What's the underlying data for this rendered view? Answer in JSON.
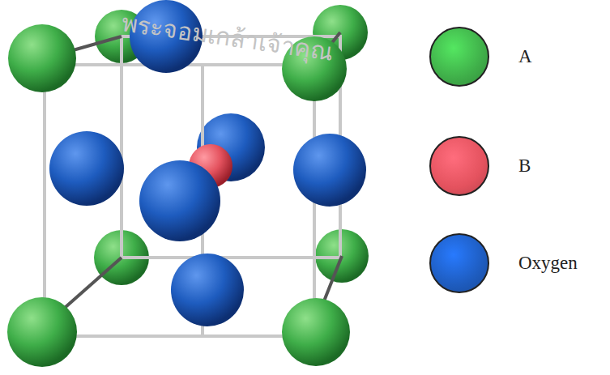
{
  "diagram": {
    "labels": [
      "พระจอมเกล้าเจ้าคุณ"
    ],
    "legend": [
      {
        "text": "A",
        "color": "#3fae49"
      },
      {
        "text": "B",
        "color": "#e4525e"
      },
      {
        "text": "Oxygen",
        "color": "#1e5cbf"
      }
    ]
  }
}
